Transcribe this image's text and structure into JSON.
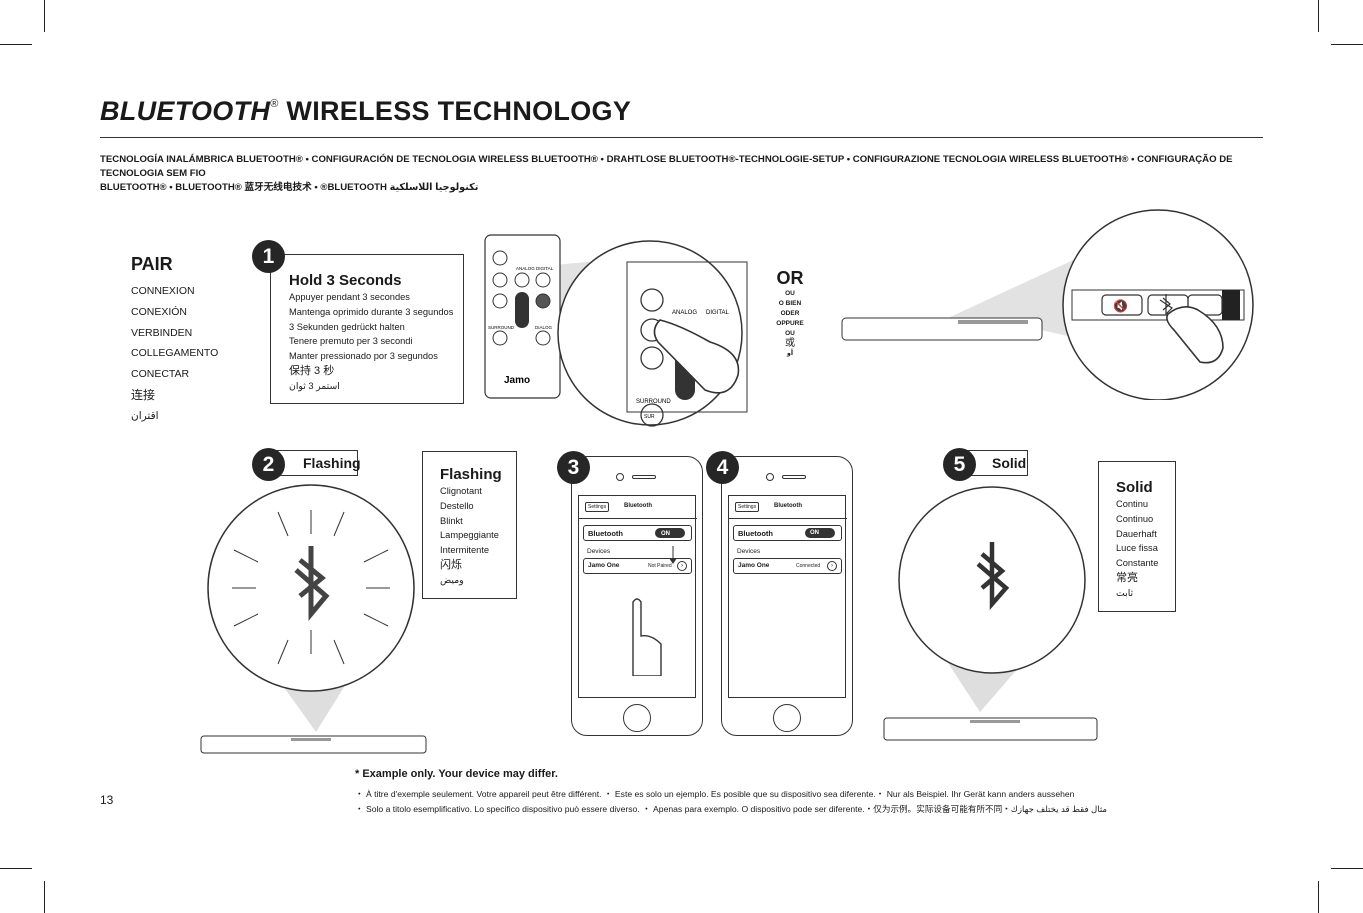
{
  "header": {
    "title_brand": "BLUETOOTH",
    "title_reg": "®",
    "title_rest": " WIRELESS TECHNOLOGY",
    "subtitle_line1": "TECNOLOGÍA INALÁMBRICA BLUETOOTH® • CONFIGURACIÓN DE TECNOLOGIA WIRELESS BLUETOOTH® • DRAHTLOSE BLUETOOTH®-TECHNOLOGIE-SETUP • CONFIGURAZIONE TECNOLOGIA WIRELESS BLUETOOTH® • CONFIGURAÇÃO DE TECNOLOGIA SEM FIO",
    "subtitle_line2": "BLUETOOTH® • BLUETOOTH® 蓝牙无线电技术 • ®BLUETOOTH تكنولوجيا اللاسلكية"
  },
  "pair": {
    "heading": "PAIR",
    "items": [
      "CONNEXION",
      "CONEXIÓN",
      "VERBINDEN",
      "COLLEGAMENTO",
      "CONECTAR",
      "连接",
      "اقتران"
    ]
  },
  "step1": {
    "number": "1",
    "title": "Hold 3 Seconds",
    "items": [
      "Appuyer pendant 3 secondes",
      "Mantenga oprimido durante 3 segundos",
      "3 Sekunden gedrückt halten",
      "Tenere premuto per 3 secondi",
      "Manter pressionado por 3 segundos",
      "保持 3 秒",
      "استمر 3 ثوان"
    ]
  },
  "remote": {
    "analog": "ANALOG",
    "digital": "DIGITAL",
    "surround": "SURROUND",
    "dialog": "DIALOG",
    "sur": "SUR",
    "brand": "Jamo"
  },
  "or_block": {
    "big": "OR",
    "items": [
      "OU",
      "O BIEN",
      "ODER",
      "OPPURE",
      "OU",
      "或",
      "أو"
    ]
  },
  "step2": {
    "number": "2",
    "label": "Flashing",
    "box_title": "Flashing",
    "items": [
      "Clignotant",
      "Destello",
      "Blinkt",
      "Lampeggiante",
      "Intermitente",
      "闪烁",
      "وميض"
    ]
  },
  "step3": {
    "number": "3",
    "settings": "Settings",
    "header": "Bluetooth",
    "row_label": "Bluetooth",
    "toggle": "ON",
    "devices": "Devices",
    "device_name": "Jamo One",
    "device_status": "Not Paired"
  },
  "step4": {
    "number": "4",
    "settings": "Settings",
    "header": "Bluetooth",
    "row_label": "Bluetooth",
    "toggle": "ON",
    "devices": "Devices",
    "device_name": "Jamo One",
    "device_status": "Connected"
  },
  "step5": {
    "number": "5",
    "label": "Solid",
    "box_title": "Solid",
    "items": [
      "Continu",
      "Continuo",
      "Dauerhaft",
      "Luce fissa",
      "Constante",
      "常亮",
      "ثابت"
    ]
  },
  "notes": {
    "heading": "* Example only. Your device may differ.",
    "line1": "・ À titre d'exemple seulement. Votre appareil peut être différent. ・ Este es solo un ejemplo. Es posible que su dispositivo sea diferente.・ Nur als Beispiel. Ihr Gerät kann anders aussehen",
    "line2": "・ Solo a titolo esemplificativo. Lo specifico dispositivo può essere diverso. ・ Apenas para exemplo. O dispositivo pode ser diferente.・仅为示例。实际设备可能有所不同・مثال فقط قد يختلف جهازك"
  },
  "page": {
    "number": "13"
  }
}
